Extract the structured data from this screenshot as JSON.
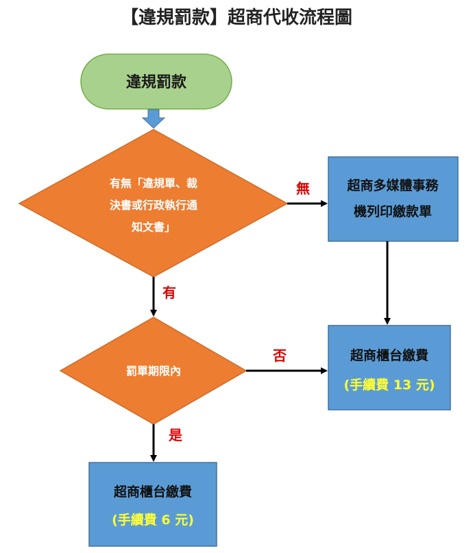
{
  "title": "【違規罰款】超商代收流程圖",
  "nodes": {
    "start": {
      "label": "違規罰款"
    },
    "decision1": {
      "lines": [
        "有無「違規單、裁",
        "決書或行政執行通",
        "知文書」"
      ]
    },
    "kiosk": {
      "lines": [
        "超商多媒體事務",
        "機列印繳款單"
      ]
    },
    "decision2": {
      "label": "罰單期限內"
    },
    "counter_right": {
      "label": "超商櫃台繳費",
      "fee": "(手續費 13 元)"
    },
    "counter_bottom": {
      "label": "超商櫃台繳費",
      "fee": "(手續費 6 元)"
    }
  },
  "edges": {
    "no_document": "無",
    "has_document": "有",
    "not_within_deadline": "否",
    "within_deadline": "是"
  },
  "colors": {
    "start_fill": "#a9d18e",
    "start_stroke": "#70ad47",
    "decision_fill": "#ed7d31",
    "decision_stroke": "#d06a25",
    "box_fill": "#5b9bd5",
    "box_stroke": "#41719c",
    "arrow": "#000000",
    "down_arrow": "#5b9bd5",
    "edge_label": "#e00000",
    "fee_text": "#ffff33"
  }
}
